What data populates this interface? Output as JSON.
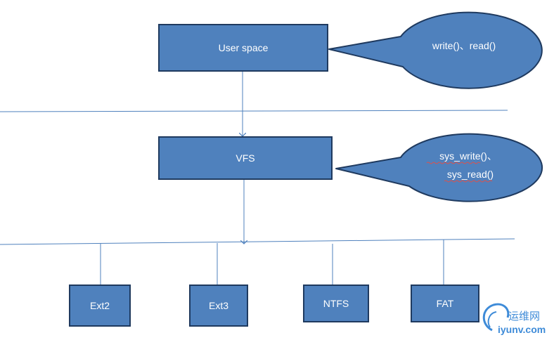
{
  "diagram": {
    "colors": {
      "box_fill": "#4F81BD",
      "box_border": "#1F3A5F",
      "line": "#4F81BD",
      "text": "#ffffff",
      "squiggle": "#d9534f"
    },
    "user_space": {
      "label": "User space"
    },
    "vfs": {
      "label": "VFS"
    },
    "callout_user": {
      "text": "write()、read()"
    },
    "callout_vfs": {
      "line1": "sys_write()、",
      "line2": "sys_read()"
    },
    "filesystems": [
      {
        "label": "Ext2"
      },
      {
        "label": "Ext3"
      },
      {
        "label": "NTFS"
      },
      {
        "label": "FAT"
      }
    ]
  },
  "watermark": {
    "cn": "运维网",
    "en": "iyunv.com",
    "color": "#2a7fd4"
  }
}
